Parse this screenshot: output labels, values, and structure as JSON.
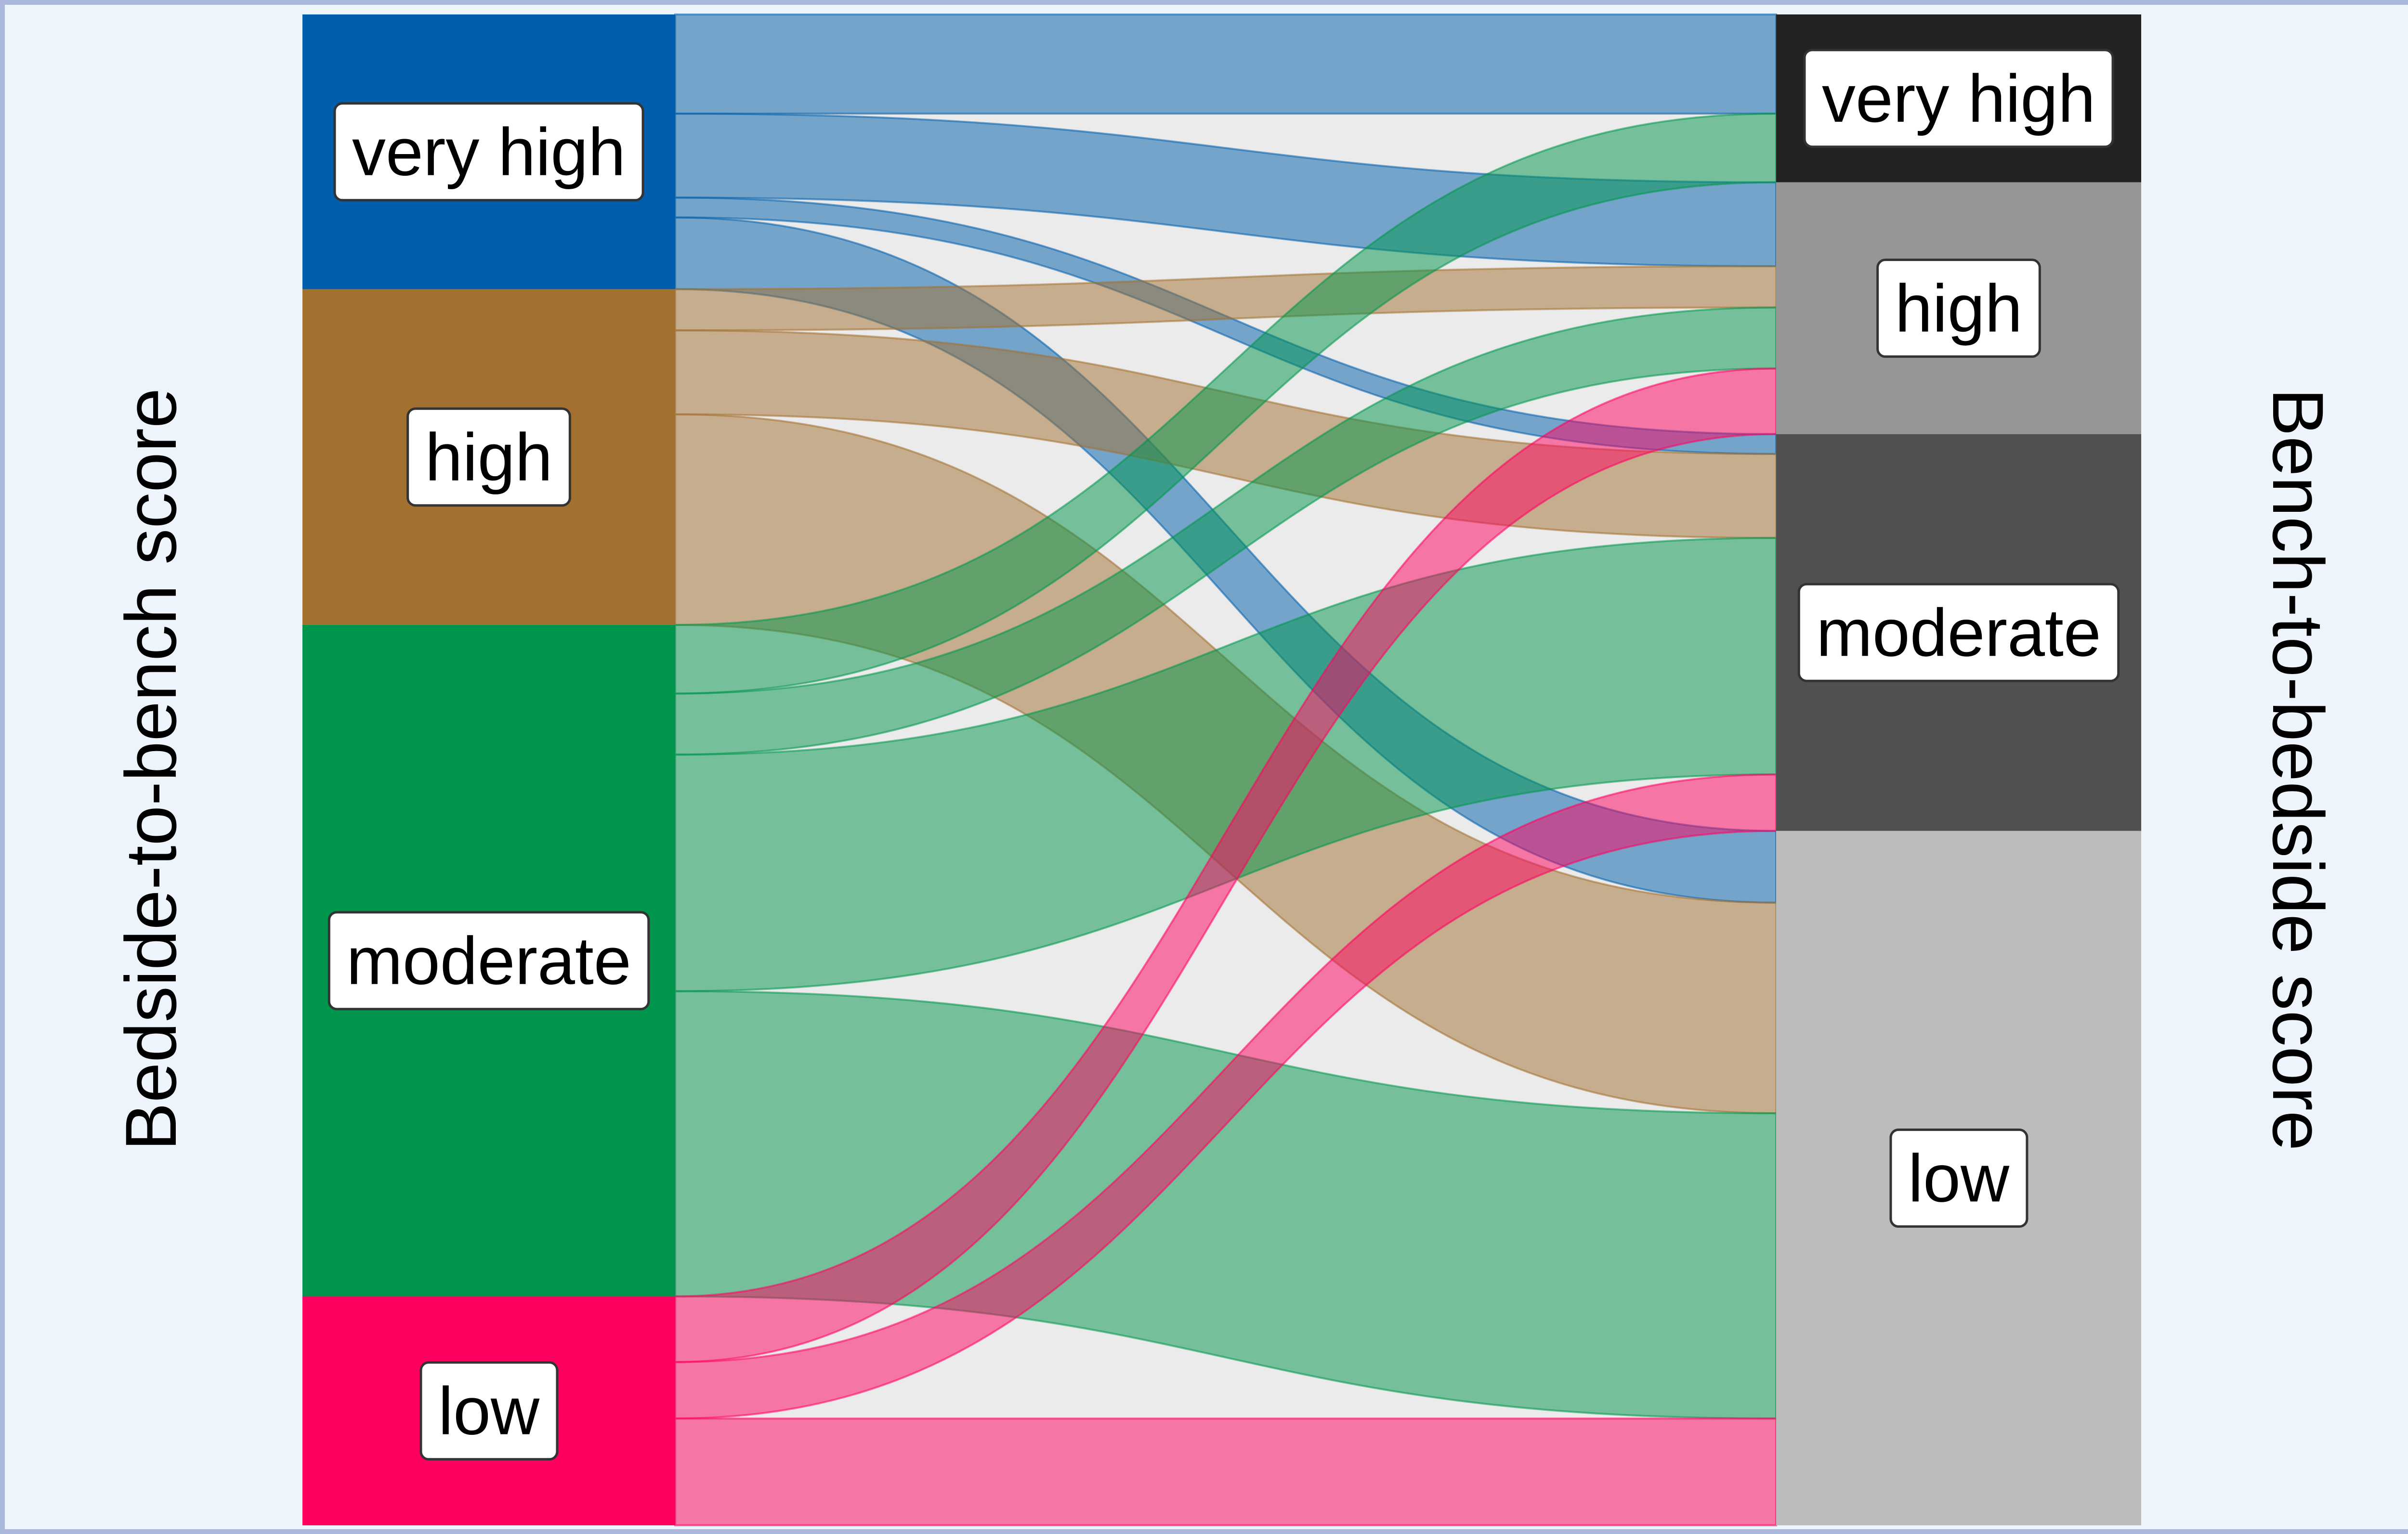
{
  "left_axis": {
    "title": "Bedside-to-bench score"
  },
  "right_axis": {
    "title": "Bench-to-bedside score"
  },
  "left_nodes": [
    {
      "name": "very high",
      "color": "#005eac",
      "value": 18
    },
    {
      "name": "high",
      "color": "#a2702f",
      "value": 22
    },
    {
      "name": "moderate",
      "color": "#00954c",
      "value": 44
    },
    {
      "name": "low",
      "color": "#ff0060",
      "value": 15
    }
  ],
  "right_nodes": [
    {
      "name": "very high",
      "color": "#222222",
      "value": 11
    },
    {
      "name": "high",
      "color": "#969696",
      "value": 16.5
    },
    {
      "name": "moderate",
      "color": "#505050",
      "value": 26
    },
    {
      "name": "low",
      "color": "#bcbcbc",
      "value": 45.5
    }
  ],
  "flows": [
    {
      "from": "very high",
      "to": "very high",
      "value": 6.5
    },
    {
      "from": "very high",
      "to": "high",
      "value": 5.5
    },
    {
      "from": "very high",
      "to": "moderate",
      "value": 1.3
    },
    {
      "from": "very high",
      "to": "low",
      "value": 4.7
    },
    {
      "from": "high",
      "to": "high",
      "value": 2.7
    },
    {
      "from": "high",
      "to": "moderate",
      "value": 5.5
    },
    {
      "from": "high",
      "to": "low",
      "value": 13.8
    },
    {
      "from": "moderate",
      "to": "very high",
      "value": 4.5
    },
    {
      "from": "moderate",
      "to": "high",
      "value": 4.0
    },
    {
      "from": "moderate",
      "to": "moderate",
      "value": 15.5
    },
    {
      "from": "moderate",
      "to": "low",
      "value": 20.0
    },
    {
      "from": "low",
      "to": "high",
      "value": 4.3
    },
    {
      "from": "low",
      "to": "moderate",
      "value": 3.7
    },
    {
      "from": "low",
      "to": "low",
      "value": 7.0
    }
  ]
}
